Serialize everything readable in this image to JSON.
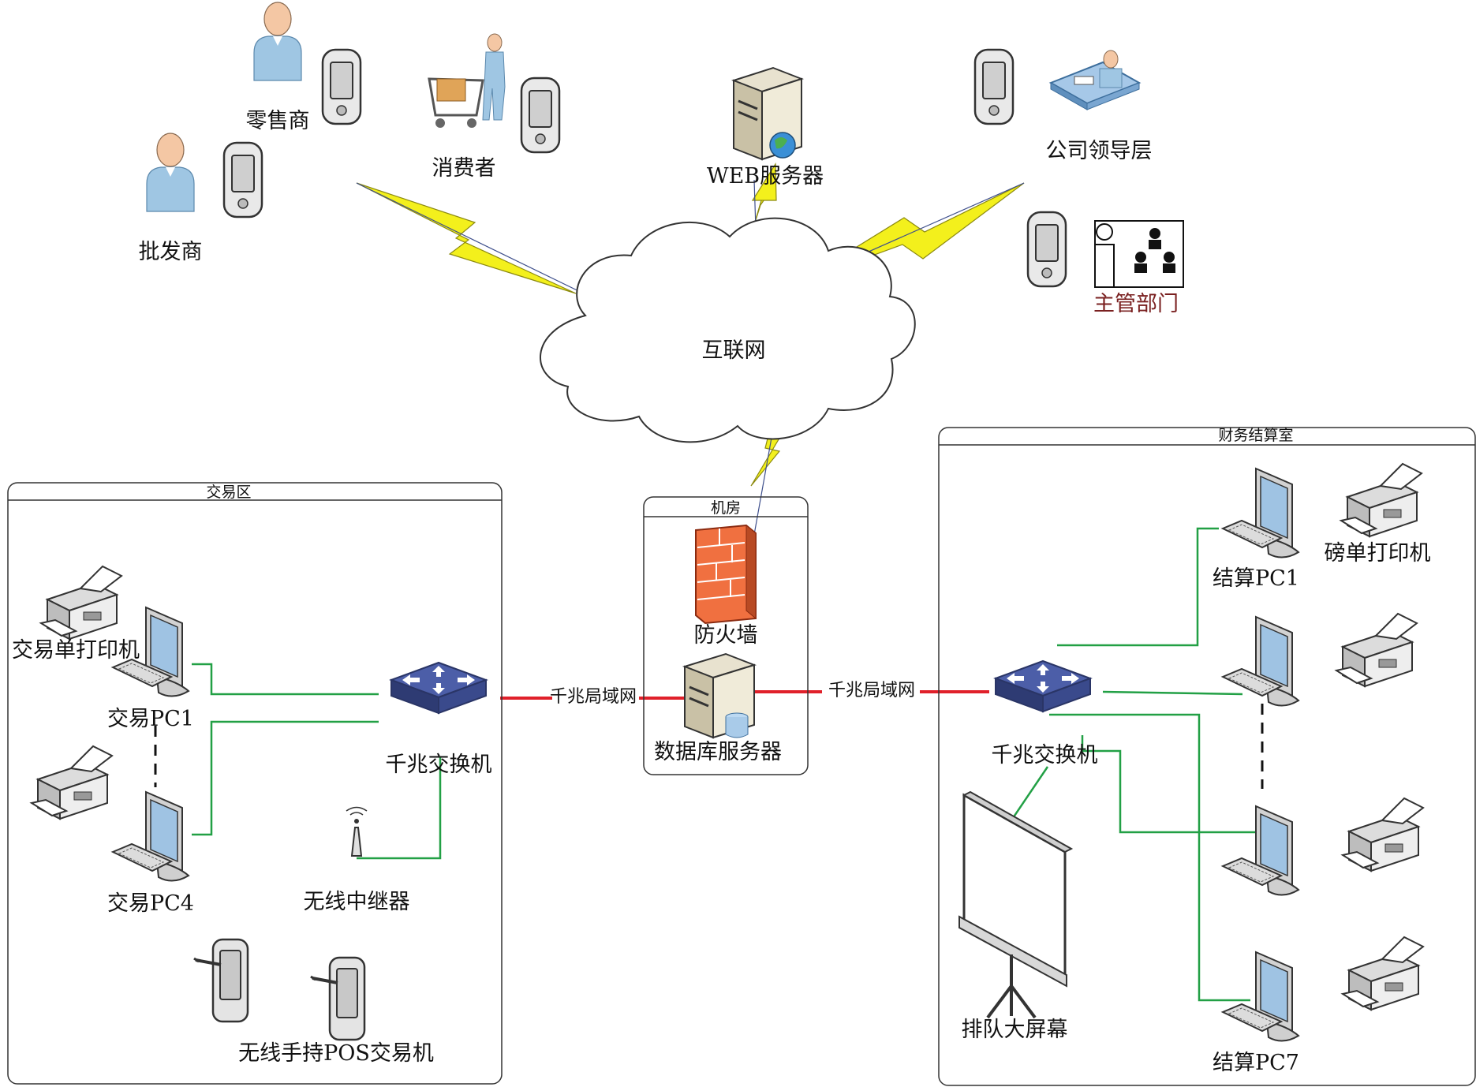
{
  "colors": {
    "green_link": "#22a045",
    "red_link": "#e0202a",
    "lightning": "#f3f01c",
    "lightning_stroke": "#8c8a10",
    "switch_top": "#4c5ea8",
    "switch_side": "#2e3b73"
  },
  "zones": {
    "trading": "交易区",
    "machine_room": "机房",
    "finance": "财务结算室"
  },
  "internet": {
    "cloud": "互联网",
    "retailer": "零售商",
    "consumer": "消费者",
    "wholesaler": "批发商",
    "web_server": "WEB服务器",
    "company_leadership": "公司领导层",
    "authority": "主管部门"
  },
  "machine_room": {
    "firewall": "防火墙",
    "db_server": "数据库服务器"
  },
  "links": {
    "lan_left": "千兆局域网",
    "lan_right": "千兆局域网"
  },
  "trading": {
    "printer": "交易单打印机",
    "pc1": "交易PC1",
    "pc4": "交易PC4",
    "switch": "千兆交换机",
    "repeater": "无线中继器",
    "pos": "无线手持POS交易机"
  },
  "finance": {
    "switch": "千兆交换机",
    "pc1": "结算PC1",
    "pc7": "结算PC7",
    "weighbill_printer": "磅单打印机",
    "queue_screen": "排队大屏幕"
  },
  "icons": [
    "person-icon",
    "mobile-phone-icon",
    "shopping-cart-icon",
    "web-server-icon",
    "office-desk-icon",
    "department-org-icon",
    "cloud-icon",
    "firewall-icon",
    "database-server-icon",
    "switch-icon",
    "printer-icon",
    "desktop-pc-icon",
    "wireless-repeater-icon",
    "pos-terminal-icon",
    "projection-screen-icon",
    "lightning-icon"
  ]
}
